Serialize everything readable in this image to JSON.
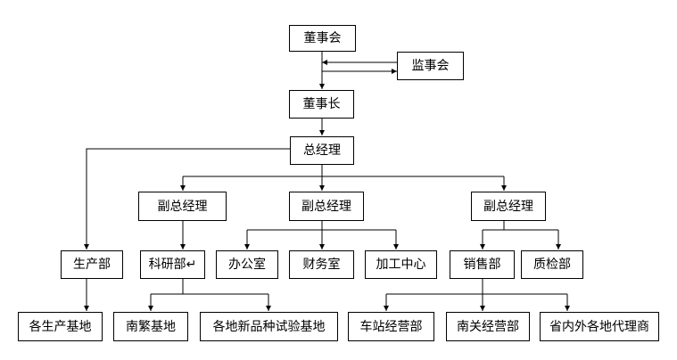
{
  "nodes": {
    "board": "董事会",
    "supervisory_board": "监事会",
    "chairman": "董事长",
    "general_manager": "总经理",
    "deputy_gm_left": "副总经理",
    "deputy_gm_middle": "副总经理",
    "deputy_gm_right": "副总经理",
    "production_dept": "生产部",
    "rnd_dept": "科研部↵",
    "office": "办公室",
    "finance_office": "财务室",
    "processing_center": "加工中心",
    "sales_dept": "销售部",
    "quality_dept": "质检部",
    "production_bases": "各生产基地",
    "nanfan_base": "南繁基地",
    "trial_bases": "各地新品种试验基地",
    "station_sales": "车站经营部",
    "nanguan_sales": "南关经营部",
    "provincial_agents": "省内外各地代理商"
  },
  "colors": {
    "line": "#000000",
    "box_border": "#000000",
    "text": "#000000"
  }
}
